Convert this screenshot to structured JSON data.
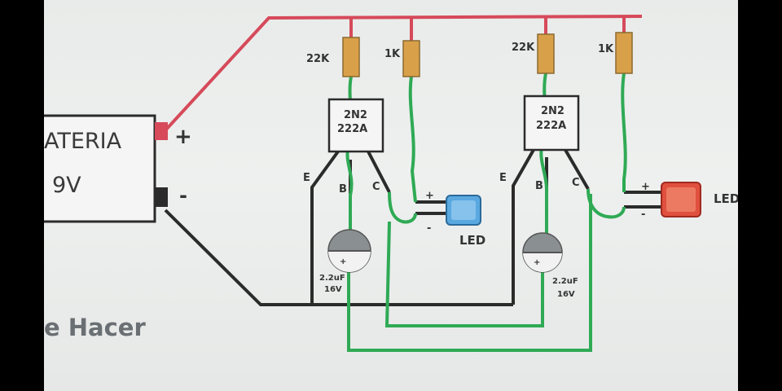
{
  "battery": {
    "name": "ATERIA",
    "voltage": "9V",
    "plus": "+",
    "minus": "-"
  },
  "left_stage": {
    "r1_value": "22K",
    "r2_value": "1K",
    "transistor_line1": "2N2",
    "transistor_line2": "222A",
    "pin_e": "E",
    "pin_b": "B",
    "pin_c": "C",
    "cap_line1": "2.2uF",
    "cap_line2": "16V",
    "cap_plus": "+",
    "led_label": "LED",
    "led_plus": "+",
    "led_minus": "-"
  },
  "right_stage": {
    "r1_value": "22K",
    "r2_value": "1K",
    "transistor_line1": "2N2",
    "transistor_line2": "222A",
    "pin_e": "E",
    "pin_b": "B",
    "pin_c": "C",
    "cap_line1": "2.2uF",
    "cap_line2": "16V",
    "cap_plus": "+",
    "led_label": "LED",
    "led_plus": "+",
    "led_minus": "-"
  },
  "watermark": "e Hacer",
  "colors": {
    "positive_rail": "#d64a5a",
    "ground_wire": "#2b2b2b",
    "signal_wire": "#2faa55",
    "resistor": "#d9a04a",
    "led_blue": "#5aa8e0",
    "led_red": "#e0503e"
  }
}
